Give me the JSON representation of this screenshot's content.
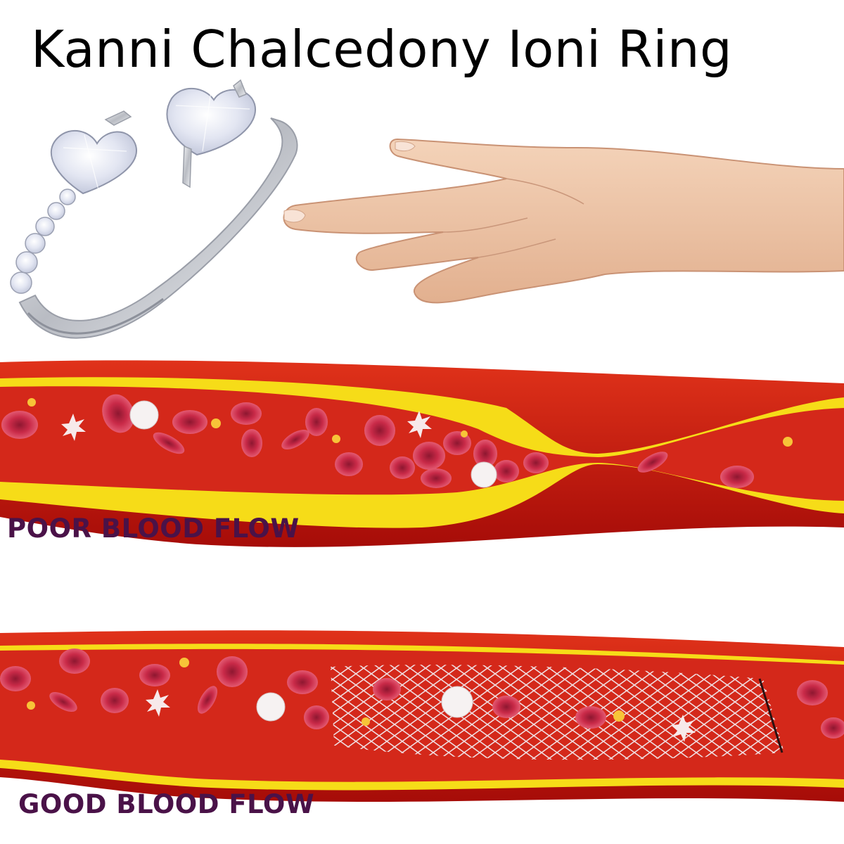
{
  "title": "Kanni Chalcedony Ioni Ring",
  "poor_label": "POOR BLOOD FLOW",
  "good_label": "GOOD BLOOD FLOW",
  "colors": {
    "label": "#4a1248",
    "vessel_wall": "#c8140e",
    "plaque": "#f6dc18",
    "blood": "#d4281a",
    "red_cell": "#c92a48",
    "white_cell": "#f6f2f2",
    "ring_metal": "#d8dadf",
    "skin": "#efc9ac"
  },
  "icons": [
    "ring-image",
    "hand-image",
    "red-blood-cell-icon",
    "white-blood-cell-icon",
    "platelet-icon",
    "stent-mesh-icon"
  ]
}
